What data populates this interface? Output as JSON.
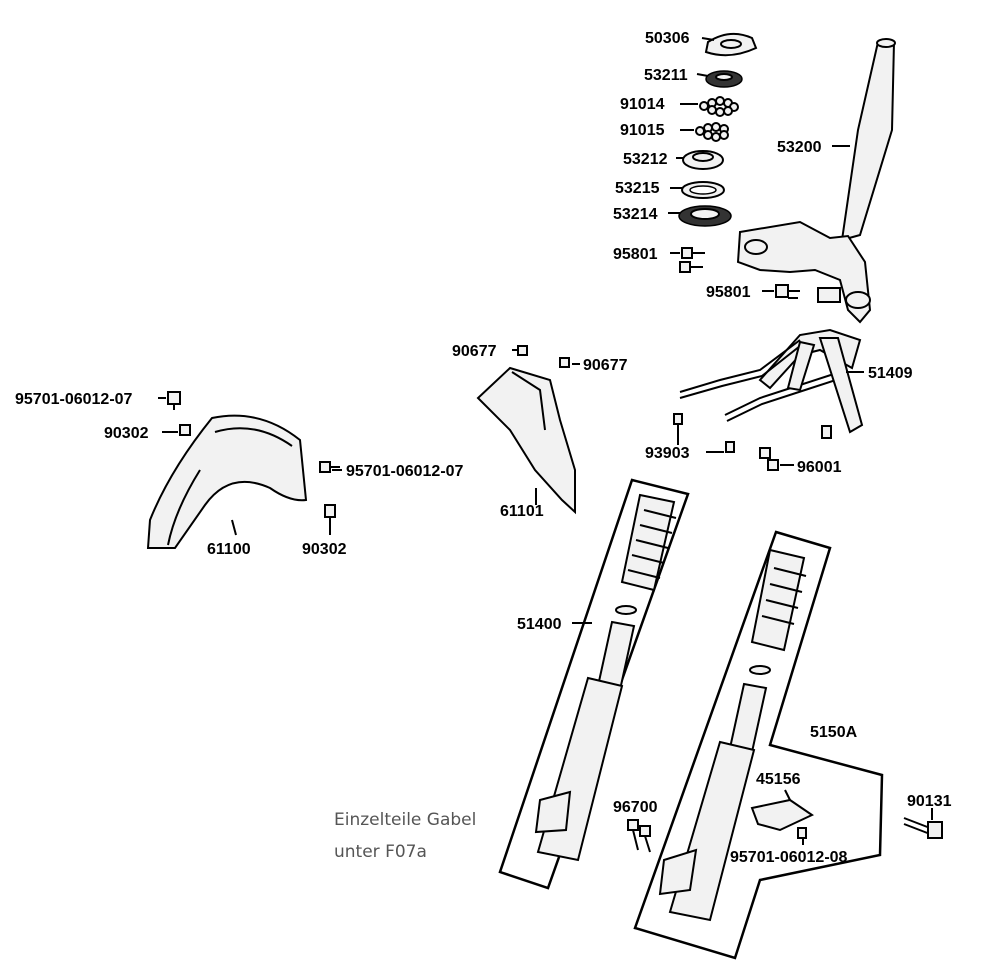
{
  "parts": {
    "p50306": "50306",
    "p53211": "53211",
    "p91014": "91014",
    "p91015": "91015",
    "p53212": "53212",
    "p53215": "53215",
    "p53214": "53214",
    "p95801a": "95801",
    "p95801b": "95801",
    "p53200": "53200",
    "p90677a": "90677",
    "p90677b": "90677",
    "p51409": "51409",
    "p95701a": "95701-06012-07",
    "p90302a": "90302",
    "p95701b": "95701-06012-07",
    "p61100": "61100",
    "p90302b": "90302",
    "p61101": "61101",
    "p93903": "93903",
    "p96001": "96001",
    "p51400": "51400",
    "p5150A": "5150A",
    "p45156": "45156",
    "p90131": "90131",
    "p96700": "96700",
    "p95701c": "95701-06012-08"
  },
  "note": {
    "line1": "Einzelteile Gabel",
    "line2": "unter F07a"
  },
  "colors": {
    "line": "#000000",
    "part_fill": "#f2f2f2",
    "note_text": "#555555"
  }
}
